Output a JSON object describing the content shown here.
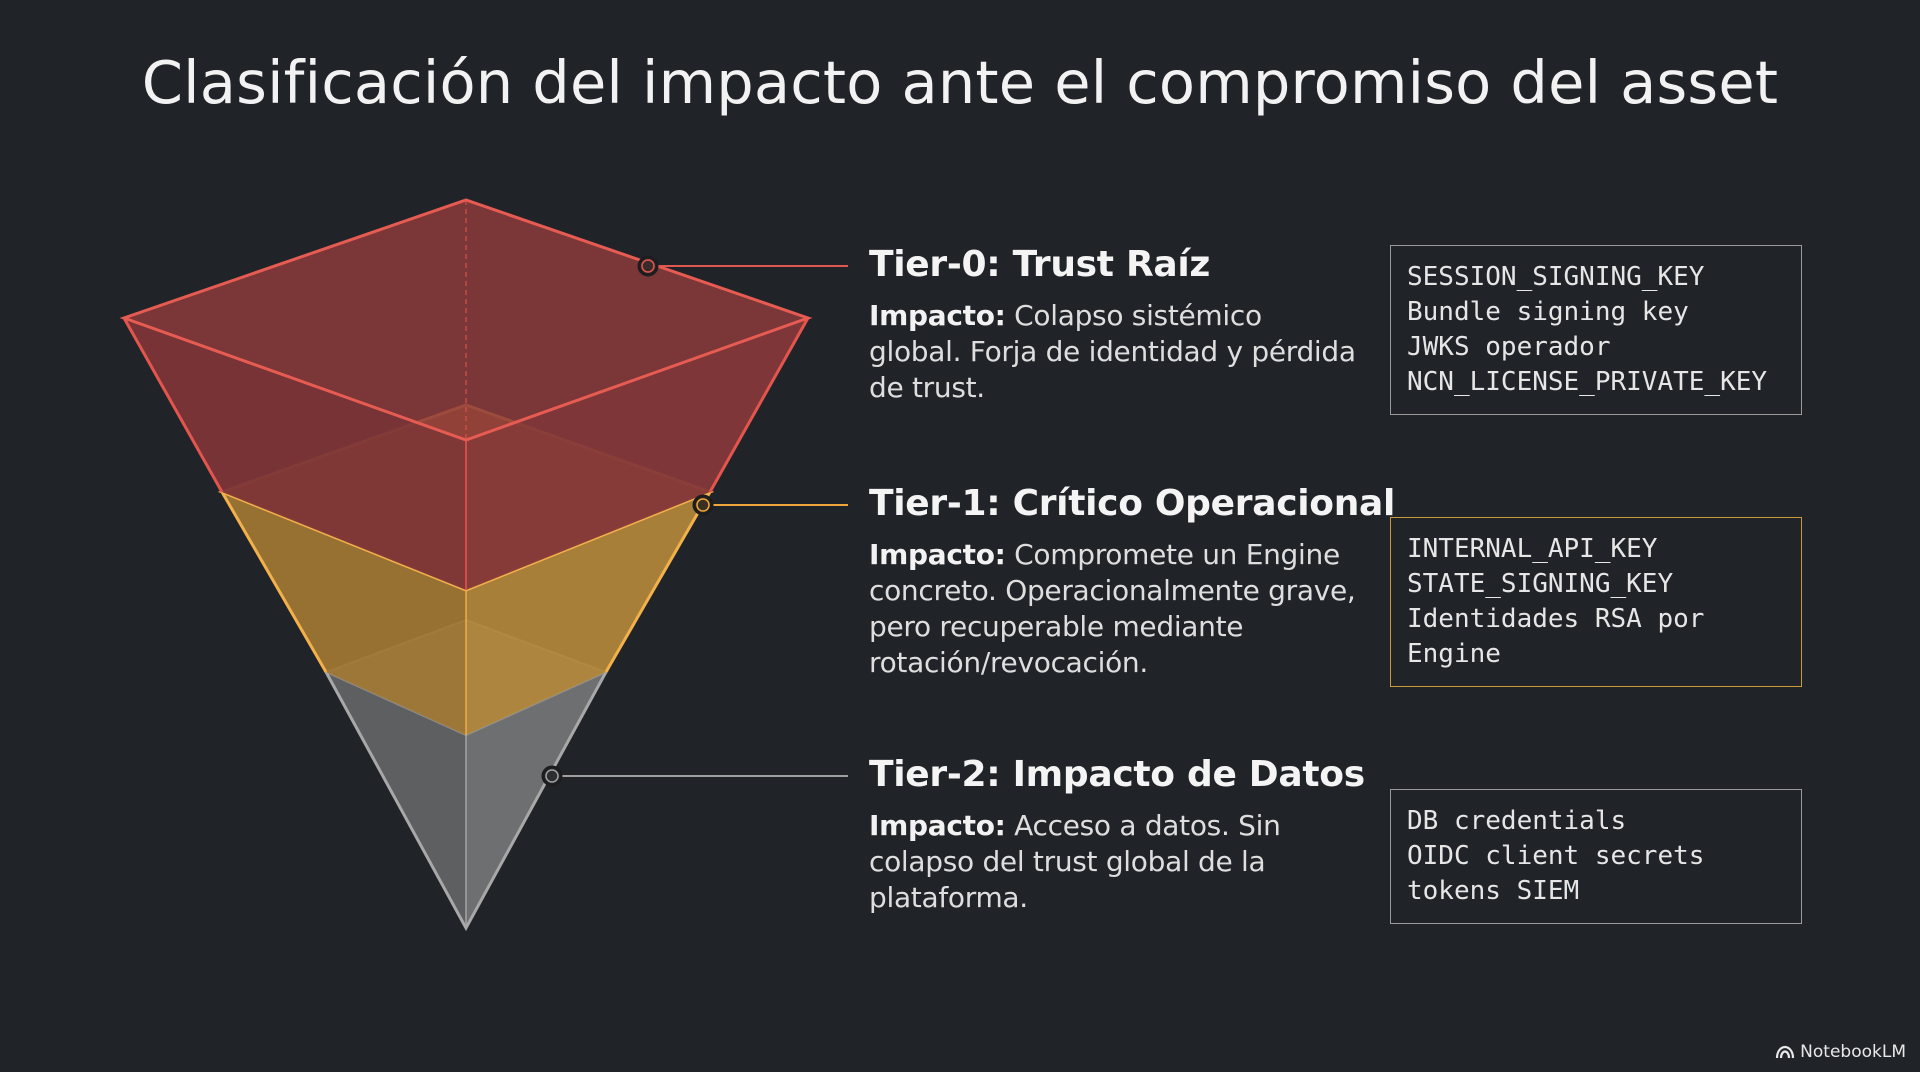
{
  "title": "Clasificación del impacto ante el compromiso del asset",
  "tiers": [
    {
      "heading": "Tier-0: Trust Raíz",
      "impact_label": "Impacto:",
      "impact_text": " Colapso sistémico global. Forja de identidad y pérdida de trust.",
      "assets": [
        "SESSION_SIGNING_KEY",
        "Bundle signing key",
        "JWKS operador",
        "NCN_LICENSE_PRIVATE_KEY"
      ],
      "color": "#e0574f"
    },
    {
      "heading": "Tier-1: Crítico Operacional",
      "impact_label": "Impacto:",
      "impact_text": " Compromete un Engine concreto. Operacionalmente grave, pero recuperable mediante rotación/revocación.",
      "assets": [
        "INTERNAL_API_KEY",
        "STATE_SIGNING_KEY",
        "Identidades RSA por",
        "Engine"
      ],
      "color": "#f0a63c"
    },
    {
      "heading": "Tier-2: Impacto de Datos",
      "impact_label": "Impacto:",
      "impact_text": " Acceso a datos. Sin colapso del trust global de la plataforma.",
      "assets": [
        "DB credentials",
        "OIDC client secrets",
        "tokens SIEM"
      ],
      "color": "#a0a0a0"
    }
  ],
  "branding": {
    "icon": "notebooklm-icon",
    "label": "NotebookLM"
  }
}
